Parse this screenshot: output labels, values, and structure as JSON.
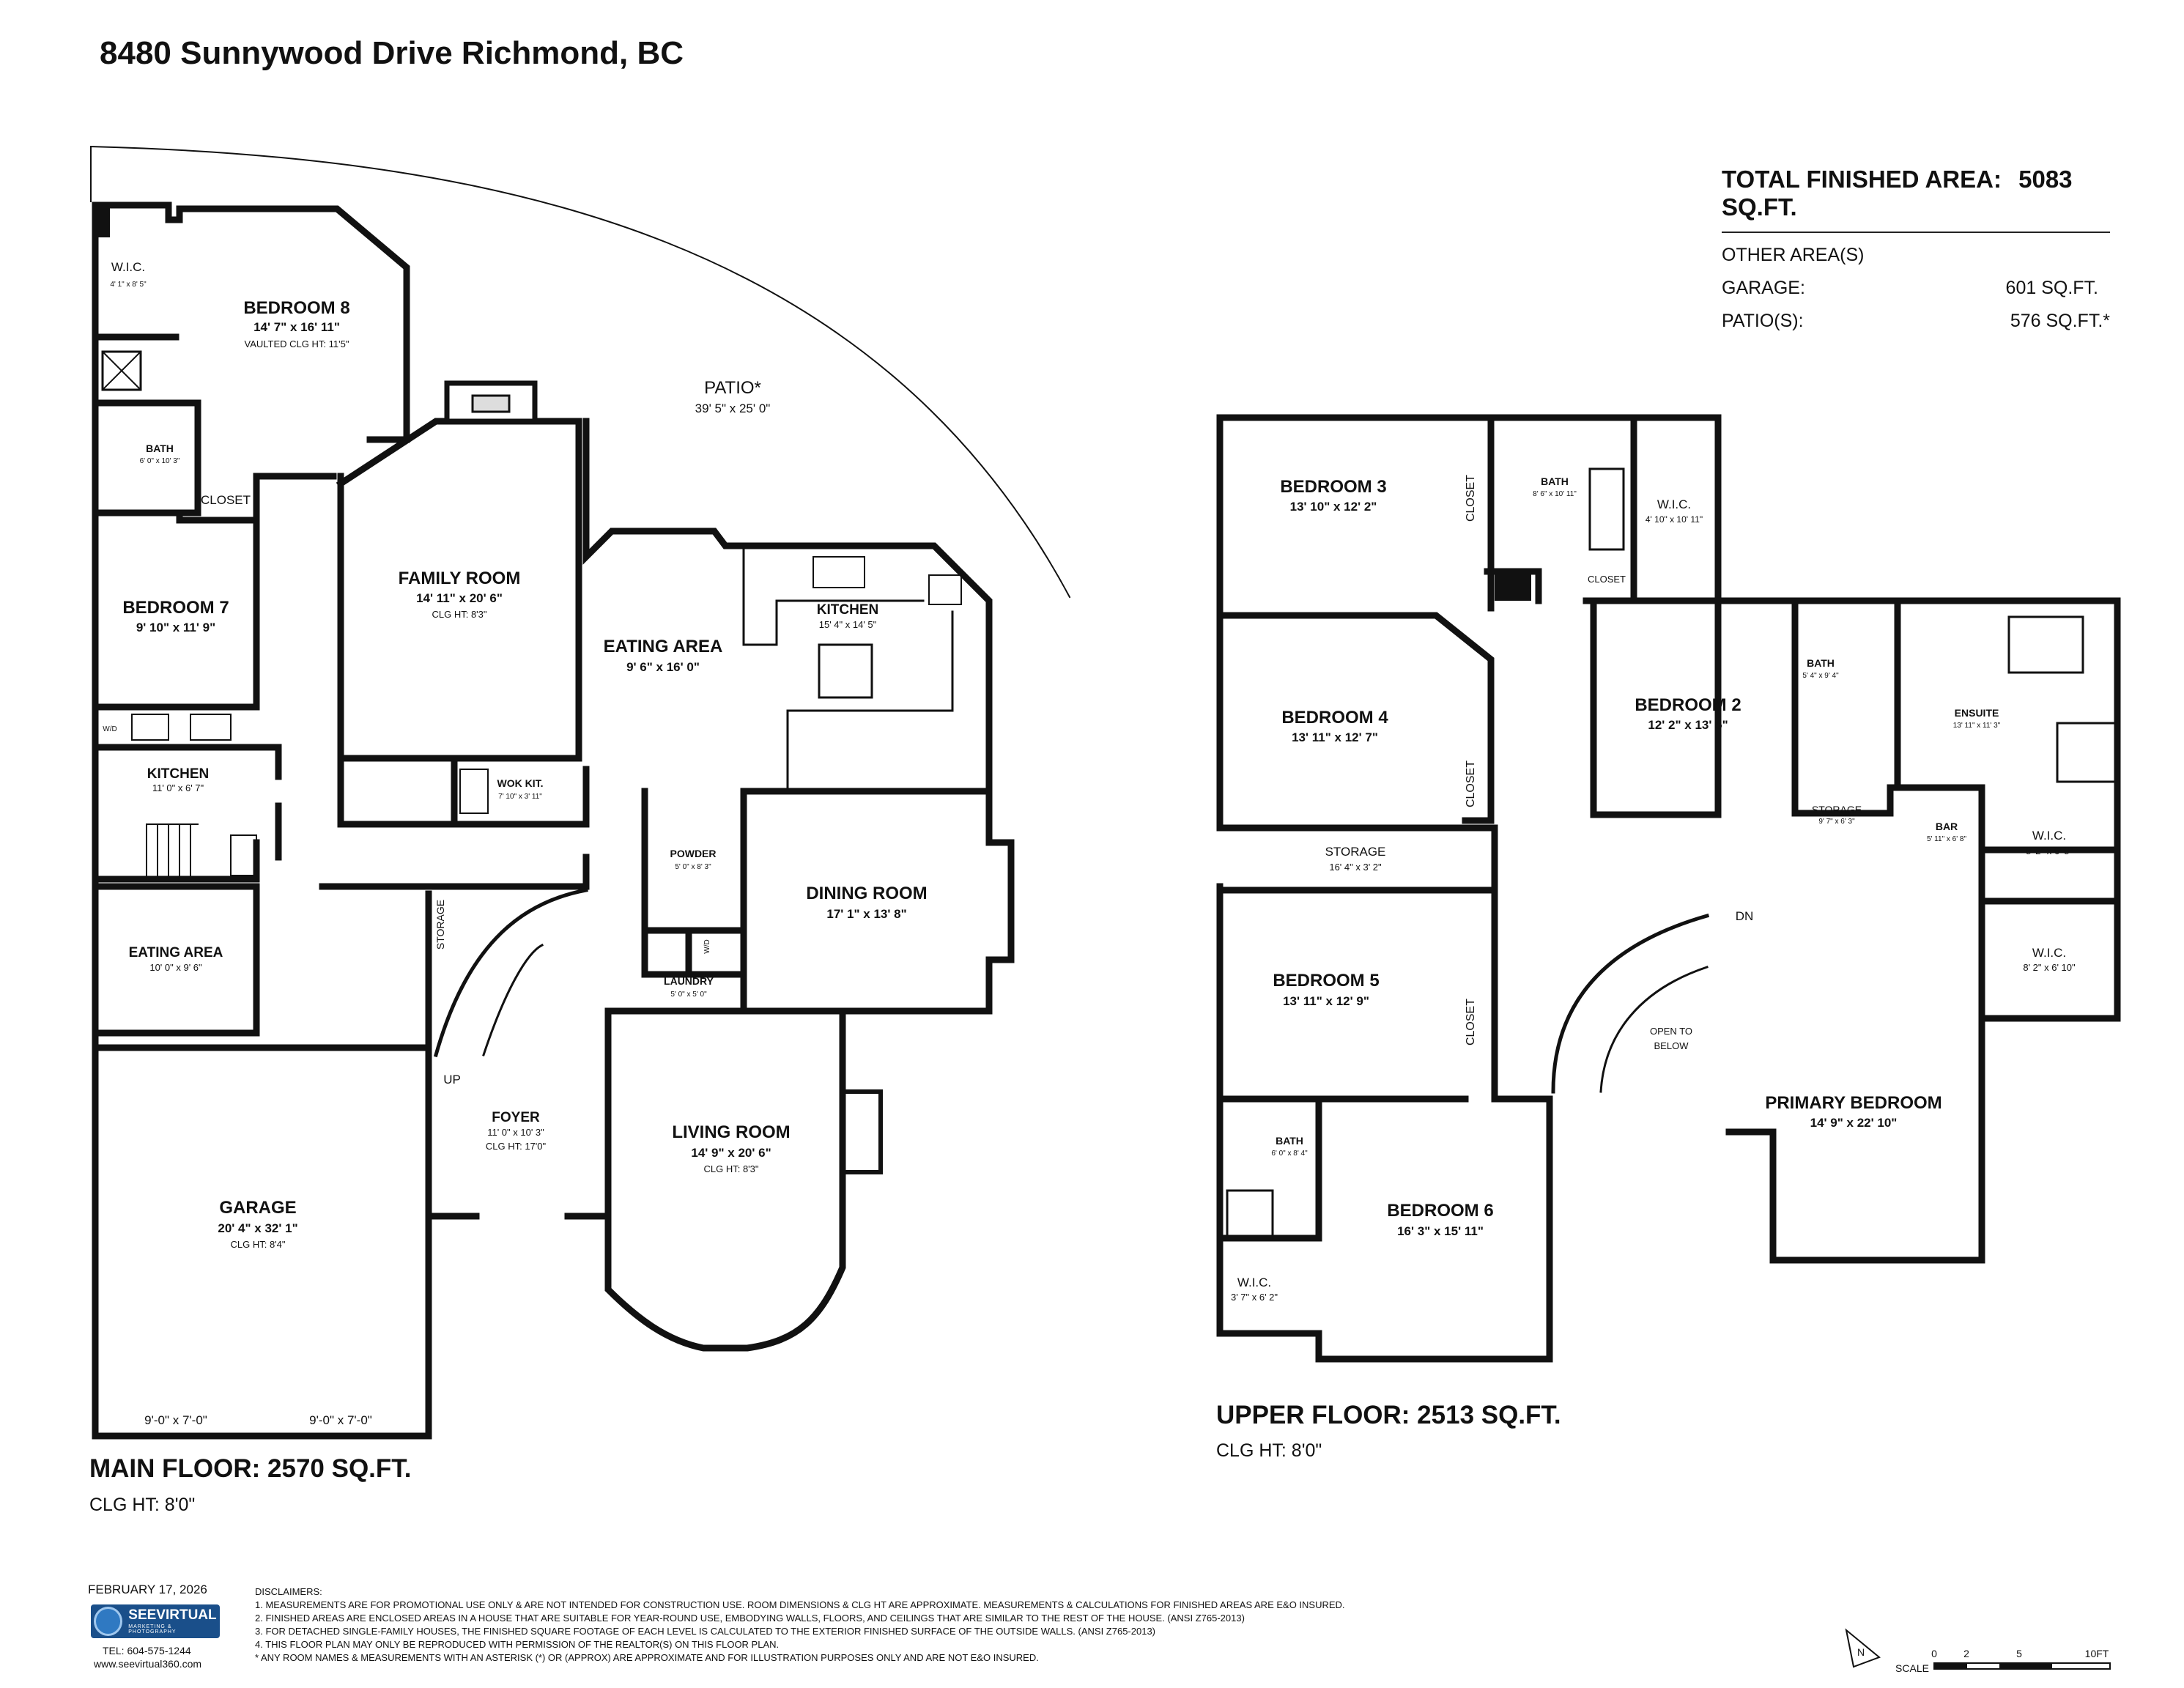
{
  "title": "8480 Sunnywood Drive Richmond, BC",
  "summary": {
    "total_label": "TOTAL FINISHED AREA:",
    "total_value": "5083 SQ.FT.",
    "other_label": "OTHER AREA(S)",
    "garage_label": "GARAGE:",
    "garage_value": "601 SQ.FT.",
    "patio_label": "PATIO(S):",
    "patio_value": "576 SQ.FT.*"
  },
  "main_floor": {
    "label": "MAIN FLOOR: 2570 SQ.FT.",
    "clg_ht": "CLG HT: 8'0\"",
    "rooms": {
      "wic": {
        "name": "W.I.C.",
        "dims": "4' 1\" x 8' 5\""
      },
      "bedroom8": {
        "name": "BEDROOM 8",
        "dims": "14' 7\" x 16' 11\"",
        "clg": "VAULTED CLG HT:  11'5\""
      },
      "bath": {
        "name": "BATH",
        "dims": "6' 0\" x 10' 3\""
      },
      "closet": {
        "name": "CLOSET"
      },
      "patio": {
        "name": "PATIO*",
        "dims": "39' 5\" x 25' 0\""
      },
      "bedroom7": {
        "name": "BEDROOM 7",
        "dims": "9' 10\" x 11' 9\""
      },
      "family": {
        "name": "FAMILY ROOM",
        "dims": "14' 11\" x 20' 6\"",
        "clg": "CLG HT:  8'3\""
      },
      "eating": {
        "name": "EATING AREA",
        "dims": "9' 6\" x 16' 0\""
      },
      "kitchen": {
        "name": "KITCHEN",
        "dims": "15' 4\" x 14' 5\""
      },
      "kitchen2": {
        "name": "KITCHEN",
        "dims": "11' 0\" x 6' 7\""
      },
      "wd": {
        "name": "W/D"
      },
      "wok": {
        "name": "WOK KIT.",
        "dims": "7' 10\" x 3' 11\""
      },
      "powder": {
        "name": "POWDER",
        "dims": "5' 0\" x 8' 3\""
      },
      "laundry": {
        "name": "LAUNDRY",
        "dims": "5' 0\" x 5' 0\""
      },
      "wd2": {
        "name": "W/D"
      },
      "dining": {
        "name": "DINING ROOM",
        "dims": "17' 1\" x 13' 8\""
      },
      "eating2": {
        "name": "EATING AREA",
        "dims": "10' 0\" x 9' 6\""
      },
      "storage": {
        "name": "STORAGE"
      },
      "up": {
        "name": "UP"
      },
      "foyer": {
        "name": "FOYER",
        "dims": "11' 0\" x 10' 3\"",
        "clg": "CLG HT:  17'0\""
      },
      "living": {
        "name": "LIVING ROOM",
        "dims": "14' 9\" x 20' 6\"",
        "clg": "CLG HT:  8'3\""
      },
      "garage": {
        "name": "GARAGE",
        "dims": "20' 4\" x 32' 1\"",
        "clg": "CLG HT:  8'4\""
      },
      "door1": "9'-0\" x 7'-0\"",
      "door2": "9'-0\" x 7'-0\""
    }
  },
  "upper_floor": {
    "label": "UPPER FLOOR: 2513 SQ.FT.",
    "clg_ht": "CLG HT: 8'0\"",
    "rooms": {
      "bedroom3": {
        "name": "BEDROOM 3",
        "dims": "13' 10\" x 12' 2\""
      },
      "closet_b3": {
        "name": "CLOSET"
      },
      "bath": {
        "name": "BATH",
        "dims": "8' 6\" x 10' 11\""
      },
      "closet_small": {
        "name": "CLOSET"
      },
      "wic": {
        "name": "W.I.C.",
        "dims": "4' 10\" x 10' 11\""
      },
      "bedroom4": {
        "name": "BEDROOM 4",
        "dims": "13' 11\" x 12' 7\""
      },
      "closet_b4": {
        "name": "CLOSET"
      },
      "bedroom2": {
        "name": "BEDROOM 2",
        "dims": "12' 2\" x 13' 5\""
      },
      "bath2": {
        "name": "BATH",
        "dims": "5' 4\" x 9' 4\""
      },
      "ensuite": {
        "name": "ENSUITE",
        "dims": "13' 11\" x 11' 3\""
      },
      "storage": {
        "name": "STORAGE",
        "dims": "16' 4\" x 3' 2\""
      },
      "storage2": {
        "name": "STORAGE",
        "dims": "9' 7\" x 6' 3\""
      },
      "bar": {
        "name": "BAR",
        "dims": "5' 11\" x 6' 8\""
      },
      "wic2": {
        "name": "W.I.C.",
        "dims": "8' 2\" x 6' 8\""
      },
      "wic3": {
        "name": "W.I.C.",
        "dims": "8' 2\" x 6' 10\""
      },
      "dn": {
        "name": "DN"
      },
      "bedroom5": {
        "name": "BEDROOM 5",
        "dims": "13' 11\" x 12' 9\""
      },
      "closet_b5": {
        "name": "CLOSET"
      },
      "open_to": "OPEN TO",
      "below": "BELOW",
      "primary": {
        "name": "PRIMARY BEDROOM",
        "dims": "14' 9\" x 22' 10\""
      },
      "bath3": {
        "name": "BATH",
        "dims": "6' 0\" x 8' 4\""
      },
      "bedroom6": {
        "name": "BEDROOM 6",
        "dims": "16' 3\" x 15' 11\""
      },
      "wic4": {
        "name": "W.I.C.",
        "dims": "3' 7\" x 6' 2\""
      }
    }
  },
  "footer": {
    "date": "FEBRUARY 17, 2026",
    "logo_text": "SEEVIRTUAL",
    "logo_sub": "MARKETING & PHOTOGRAPHY",
    "tel": "TEL: 604-575-1244",
    "web": "www.seevirtual360.com",
    "disclaimers_title": "DISCLAIMERS:",
    "disclaimers": [
      "1. MEASUREMENTS ARE FOR PROMOTIONAL USE ONLY & ARE NOT INTENDED FOR CONSTRUCTION USE. ROOM DIMENSIONS & CLG HT ARE APPROXIMATE. MEASUREMENTS & CALCULATIONS FOR FINISHED AREAS ARE E&O INSURED.",
      "2. FINISHED AREAS ARE ENCLOSED AREAS IN A HOUSE THAT ARE SUITABLE FOR YEAR-ROUND USE, EMBODYING WALLS, FLOORS, AND CEILINGS THAT ARE SIMILAR TO THE REST OF THE HOUSE. (ANSI Z765-2013)",
      "3. FOR DETACHED SINGLE-FAMILY HOUSES, THE FINISHED SQUARE FOOTAGE OF EACH LEVEL IS CALCULATED TO THE EXTERIOR FINISHED SURFACE OF THE OUTSIDE WALLS. (ANSI Z765-2013)",
      "4. THIS FLOOR PLAN MAY ONLY BE REPRODUCED WITH PERMISSION OF THE REALTOR(S) ON THIS FLOOR PLAN.",
      "* ANY ROOM NAMES & MEASUREMENTS WITH AN ASTERISK (*) OR (APPROX) ARE APPROXIMATE AND FOR ILLUSTRATION PURPOSES ONLY AND ARE NOT E&O INSURED."
    ],
    "north": "N",
    "scale_label": "SCALE",
    "scale_ticks": [
      "0",
      "2",
      "5",
      "10FT"
    ]
  }
}
